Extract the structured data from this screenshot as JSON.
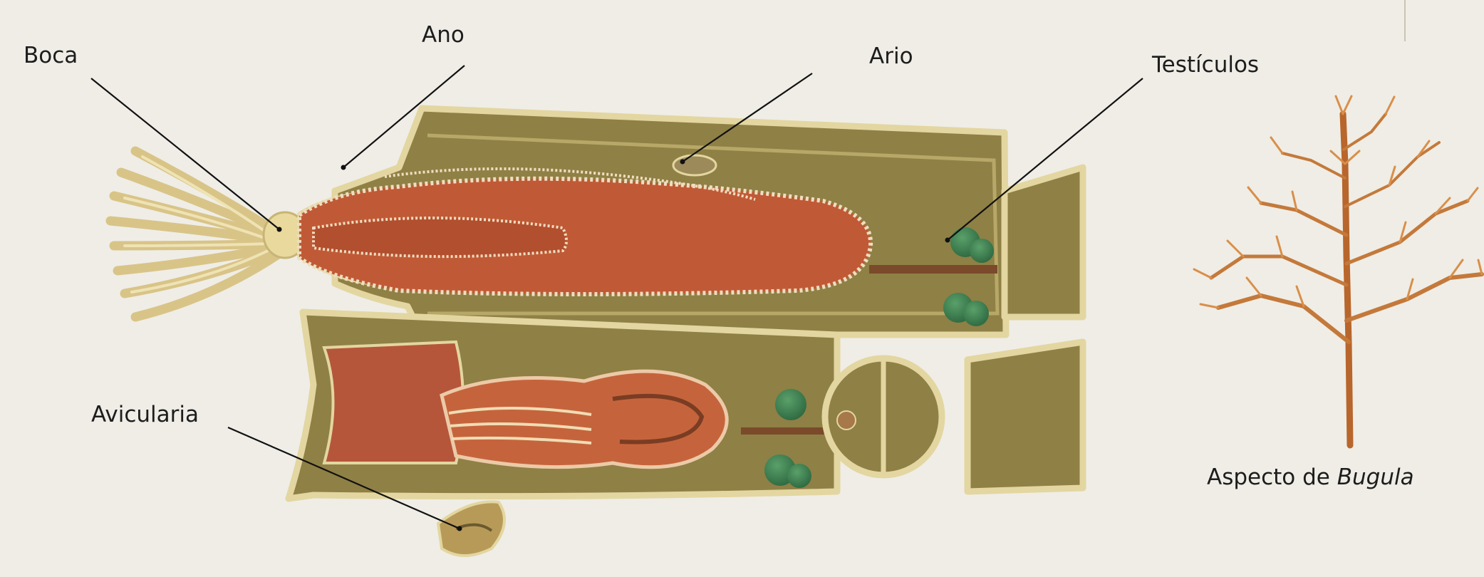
{
  "labels": {
    "boca": "Boca",
    "ano": "Ano",
    "ario": "Ario",
    "testiculos": "Testículos",
    "avicularia": "Avicularia"
  },
  "caption": {
    "prefix": "Aspecto de ",
    "species": "Bugula"
  },
  "colors": {
    "background": "#efede6",
    "body_wall": "#8f8045",
    "body_rim": "#e3d6a0",
    "gut": "#bf5a35",
    "gonad": "#3b7d4f",
    "colony": "#c4793a"
  }
}
